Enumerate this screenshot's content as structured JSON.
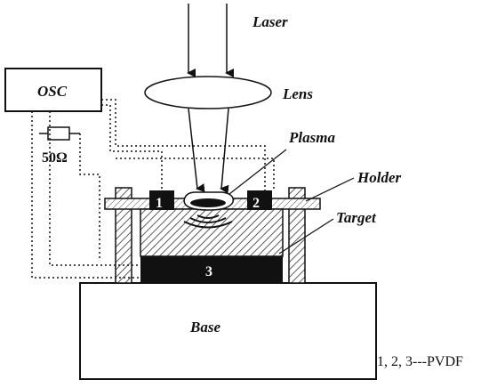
{
  "labels": {
    "laser": "Laser",
    "lens": "Lens",
    "plasma": "Plasma",
    "holder": "Holder",
    "target": "Target",
    "base": "Base",
    "osc": "OSC",
    "resistor": "50Ω"
  },
  "sensors": {
    "s1": "1",
    "s2": "2",
    "s3": "3"
  },
  "legend": "1, 2, 3---PVDF"
}
